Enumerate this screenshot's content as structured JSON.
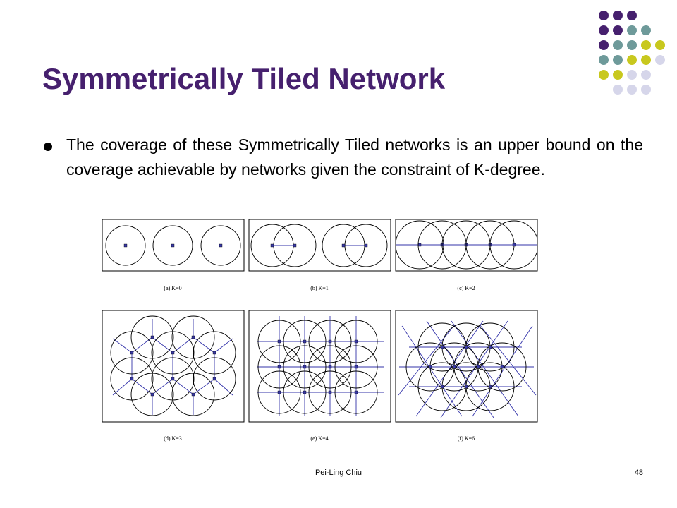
{
  "slide": {
    "title": "Symmetrically Tiled Network",
    "bullet": "The coverage of these Symmetrically Tiled networks is an upper bound on the coverage achievable by networks given the constraint of K-degree.",
    "captions": [
      "(a) K=0",
      "(b) K=1",
      "(c) K=2",
      "(d) K=3",
      "(e) K=4",
      "(f) K=6"
    ],
    "footer_author": "Pei-Ling Chiu",
    "footer_page": "48"
  },
  "colors": {
    "title": "#46206e",
    "dot_purple": "#46206e",
    "dot_teal": "#6e9a9a",
    "dot_yellow": "#c8c81e",
    "dot_lavender": "#d6d6ea",
    "network_lines": "#3333aa",
    "sensor_node": "#3a3aa8"
  },
  "decoration": {
    "dot_grid_rows": [
      [
        "purple",
        "purple",
        "purple"
      ],
      [
        "purple",
        "purple",
        "teal",
        "teal"
      ],
      [
        "purple",
        "teal",
        "teal",
        "yellow",
        "yellow"
      ],
      [
        "teal",
        "teal",
        "yellow",
        "yellow",
        "lavender"
      ],
      [
        "yellow",
        "yellow",
        "lavender",
        "lavender"
      ],
      [
        "lavender",
        "lavender",
        "lavender"
      ]
    ]
  }
}
